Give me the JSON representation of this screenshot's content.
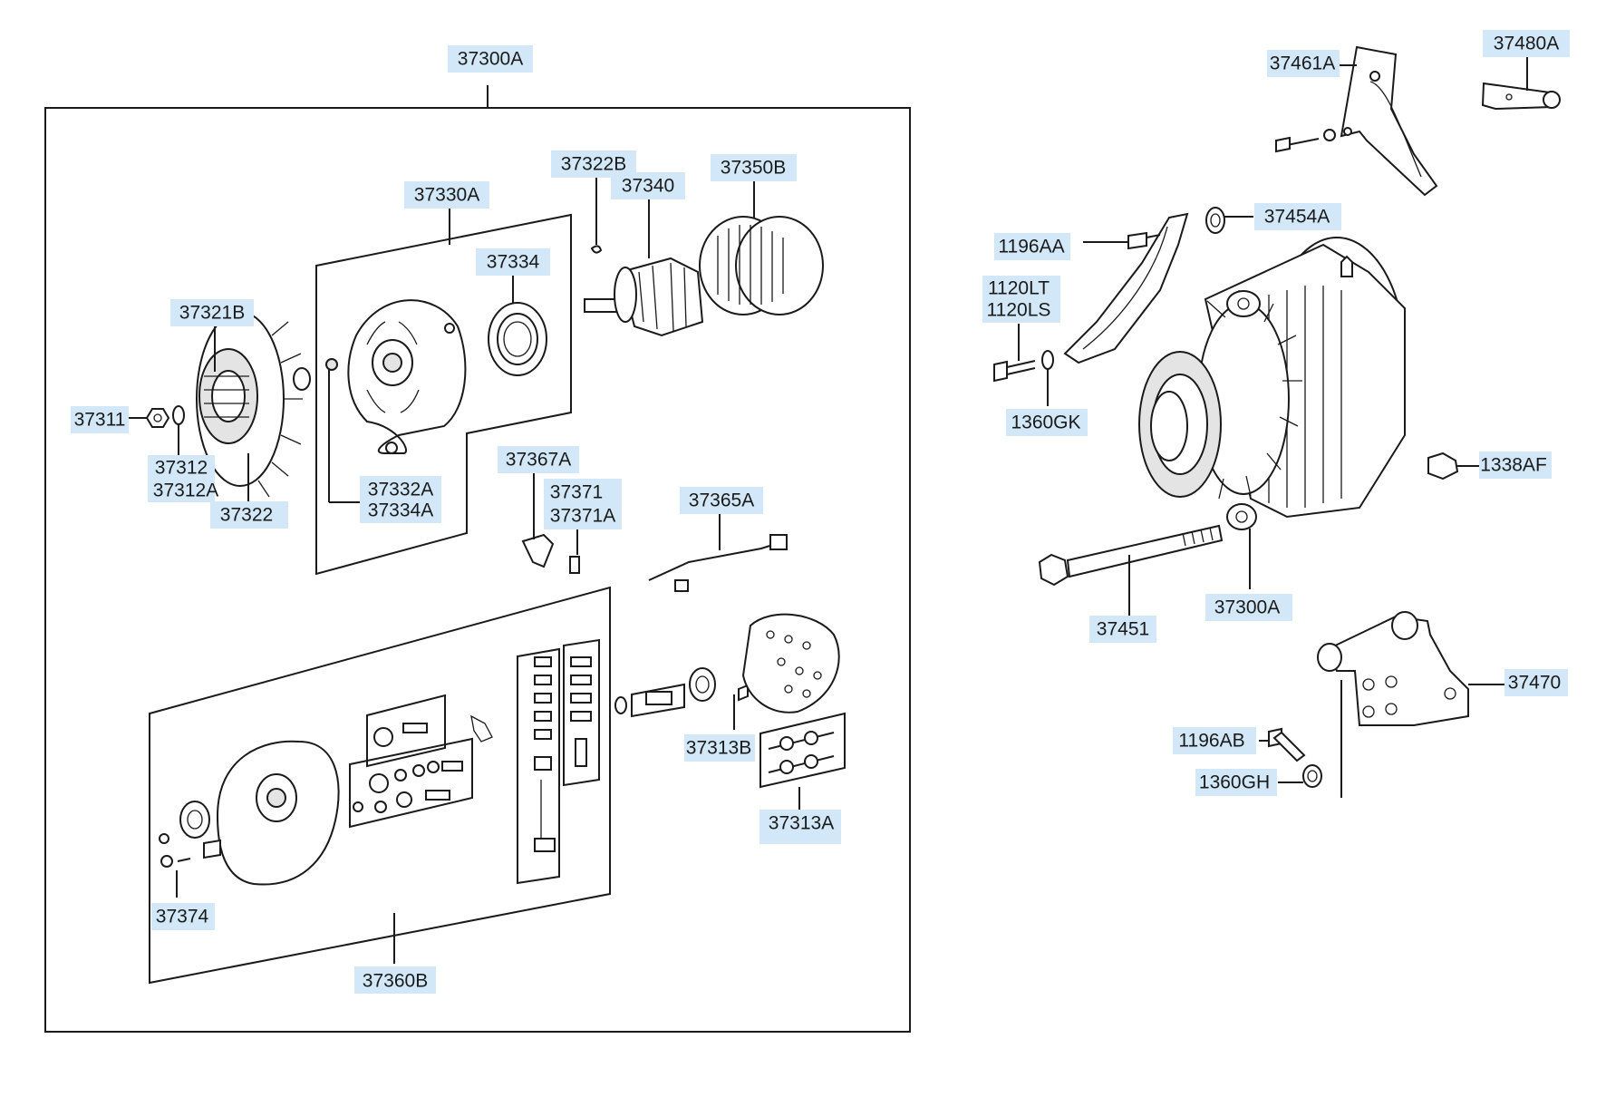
{
  "callouts": {
    "c37300A_top": "37300A",
    "c37330A": "37330A",
    "c37322B": "37322B",
    "c37340": "37340",
    "c37350B": "37350B",
    "c37334": "37334",
    "c37321B": "37321B",
    "c37311": "37311",
    "c37312": "37312",
    "c37312A": "37312A",
    "c37322": "37322",
    "c37332A": "37332A",
    "c37334A": "37334A",
    "c37367A": "37367A",
    "c37371": "37371",
    "c37371A": "37371A",
    "c37365A": "37365A",
    "c37313B": "37313B",
    "c37313A": "37313A",
    "c37374": "37374",
    "c37360B": "37360B",
    "c37461A": "37461A",
    "c37480A": "37480A",
    "c37454A": "37454A",
    "c1196AA": "1196AA",
    "c1120LT": "1120LT",
    "c1120LS": "1120LS",
    "c1360GK": "1360GK",
    "c1338AF": "1338AF",
    "c37451": "37451",
    "c37300A_right": "37300A",
    "c37470": "37470",
    "c1196AB": "1196AB",
    "c1360GH": "1360GH"
  },
  "colors": {
    "label_highlight": "#d2e8f8",
    "line": "#1a1a1a",
    "background": "#ffffff"
  }
}
